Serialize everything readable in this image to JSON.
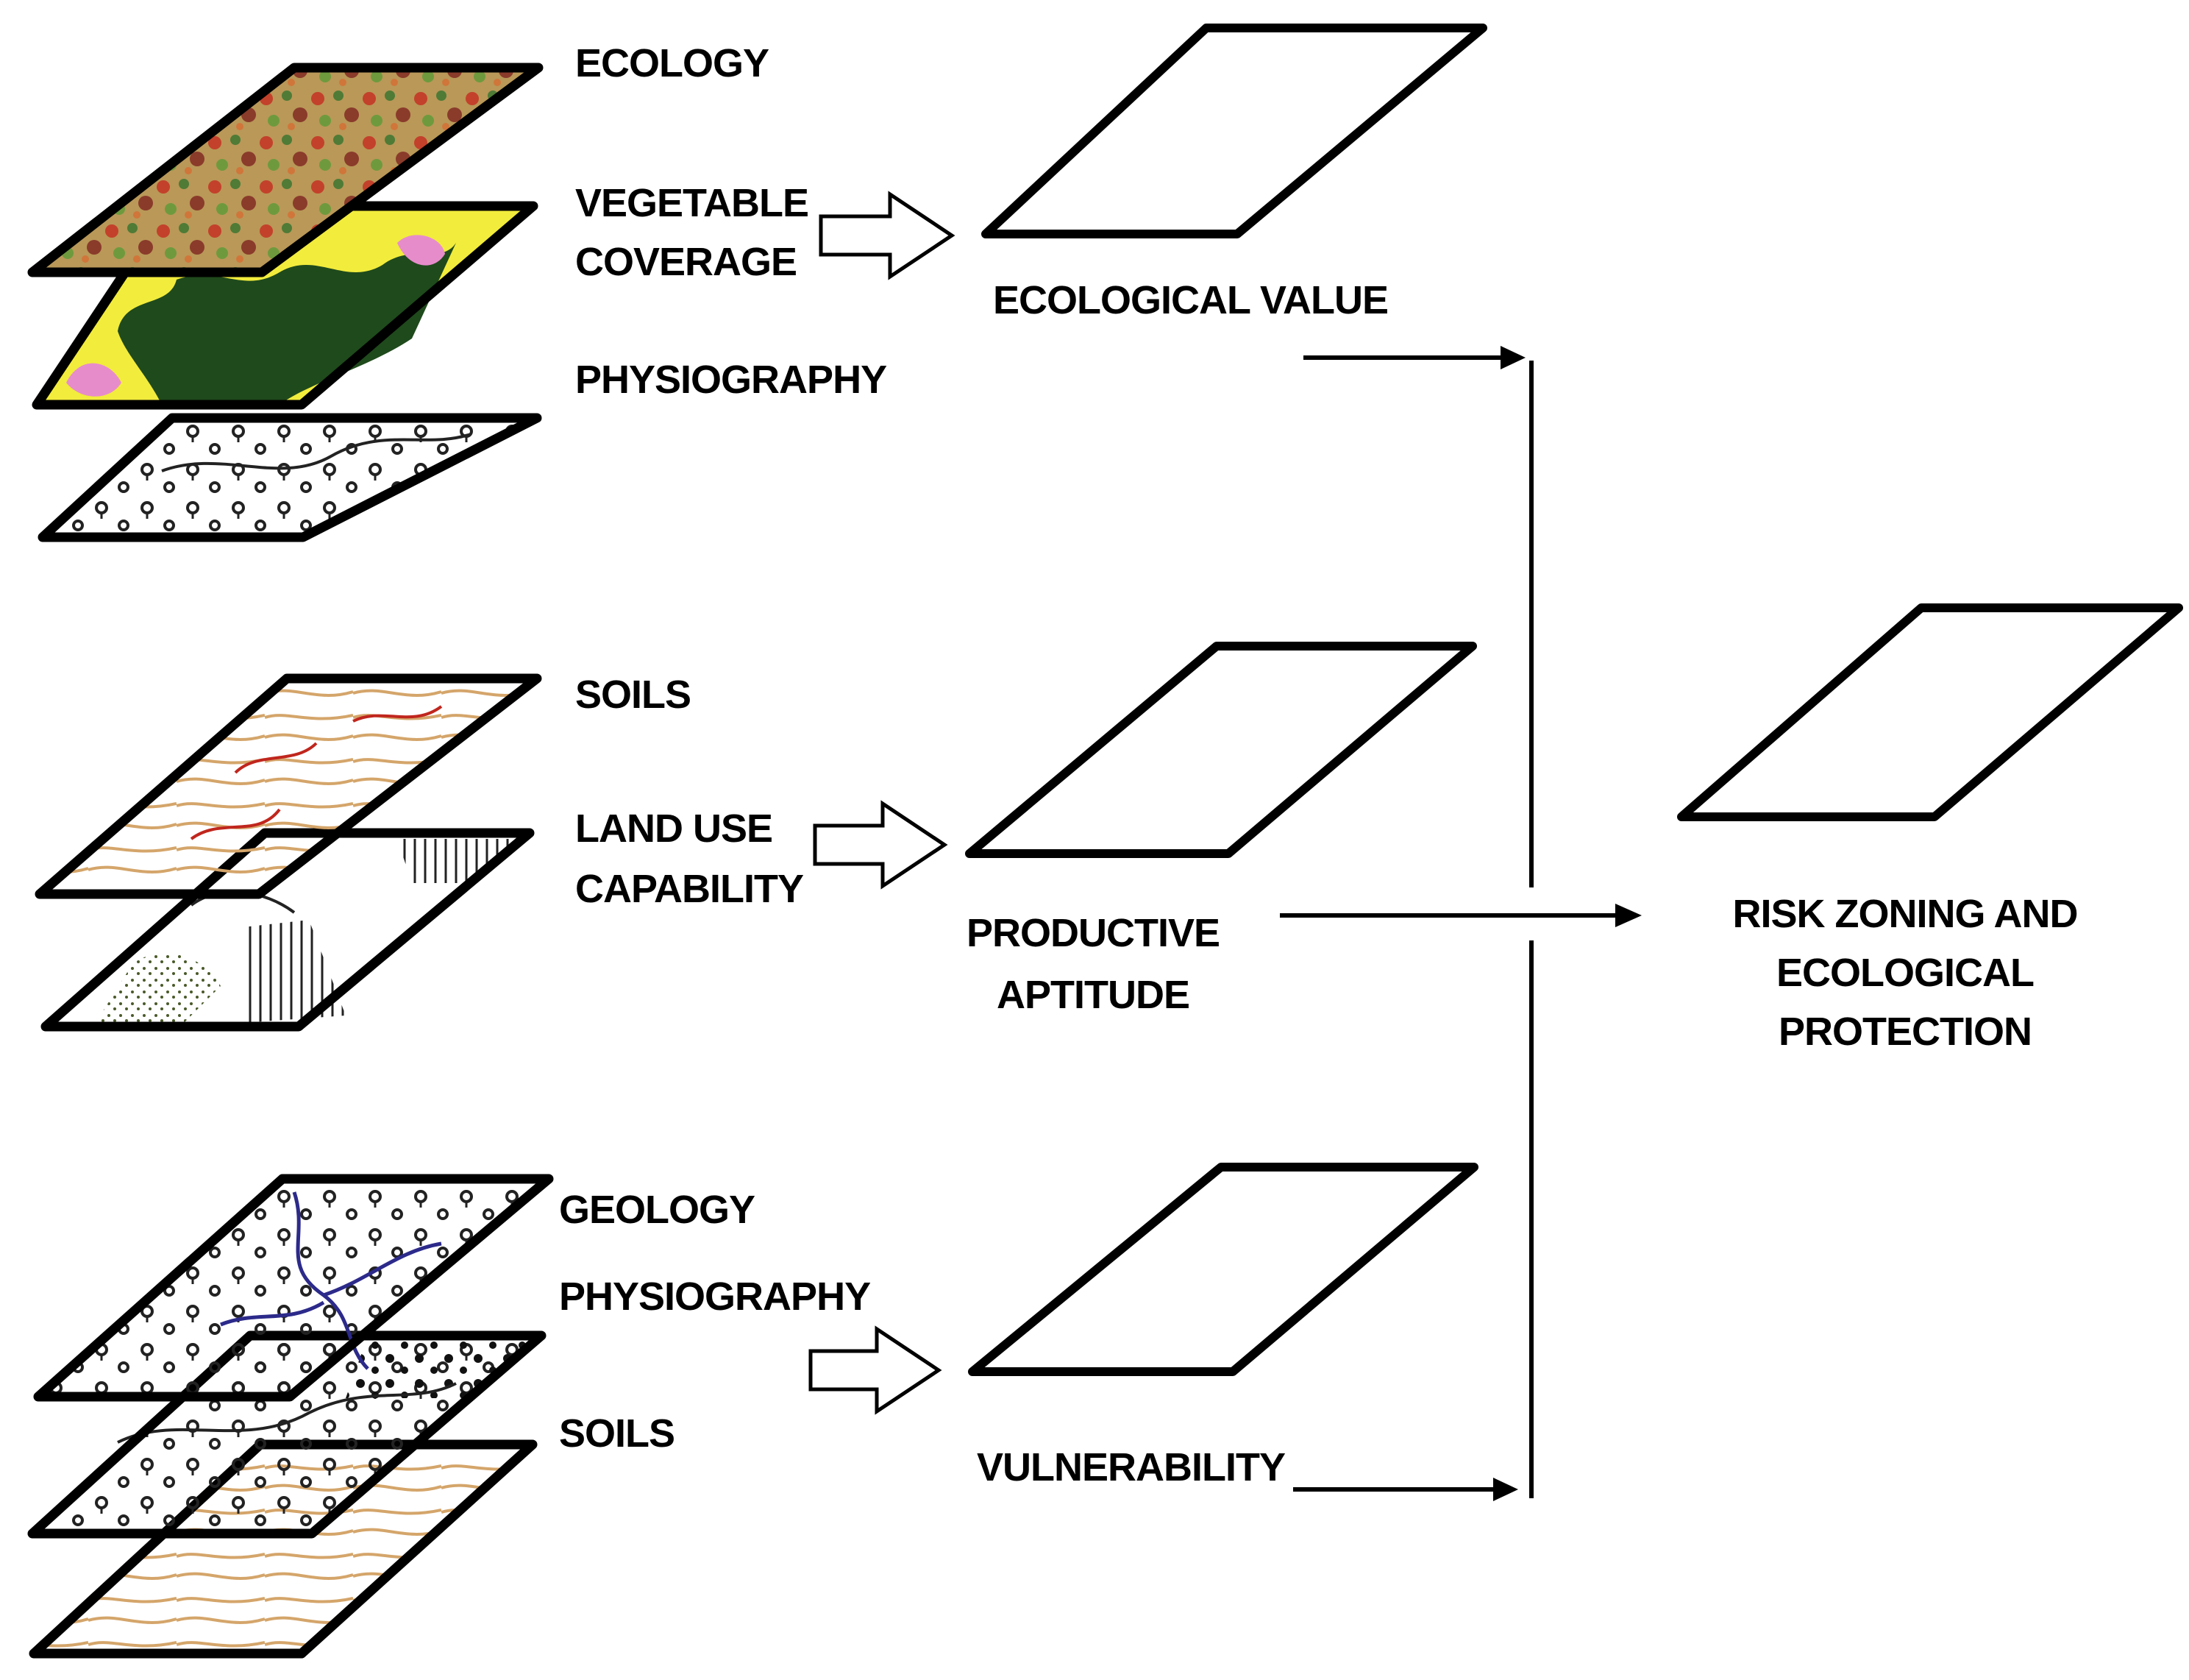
{
  "groups": [
    {
      "layers": [
        "ECOLOGY",
        "VEGETABLE COVERAGE",
        "PHYSIOGRAPHY"
      ],
      "labels": [
        "ECOLOGY",
        "VEGETABLE",
        "COVERAGE",
        "PHYSIOGRAPHY"
      ],
      "output": [
        "ECOLOGICAL VALUE"
      ]
    },
    {
      "layers": [
        "SOILS",
        "LAND USE CAPABILITY"
      ],
      "labels": [
        "SOILS",
        "LAND USE",
        "CAPABILITY"
      ],
      "output": [
        "PRODUCTIVE",
        "APTITUDE"
      ]
    },
    {
      "layers": [
        "GEOLOGY",
        "PHYSIOGRAPHY",
        "SOILS"
      ],
      "labels": [
        "GEOLOGY",
        "PHYSIOGRAPHY",
        "SOILS"
      ],
      "output": [
        "VULNERABILITY"
      ]
    }
  ],
  "final": {
    "lines": [
      "RISK ZONING AND",
      "ECOLOGICAL",
      "PROTECTION"
    ]
  },
  "colors": {
    "ecology_map": "#a88a45",
    "vegetation_green": "#1f4a1c",
    "vegetation_yellow": "#f2ec3c",
    "vegetation_pink": "#e78ccb",
    "soils_contour": "#d4a56a",
    "soils_red": "#c0261d",
    "geology_river": "#2c2a8a",
    "outline": "#000000"
  }
}
